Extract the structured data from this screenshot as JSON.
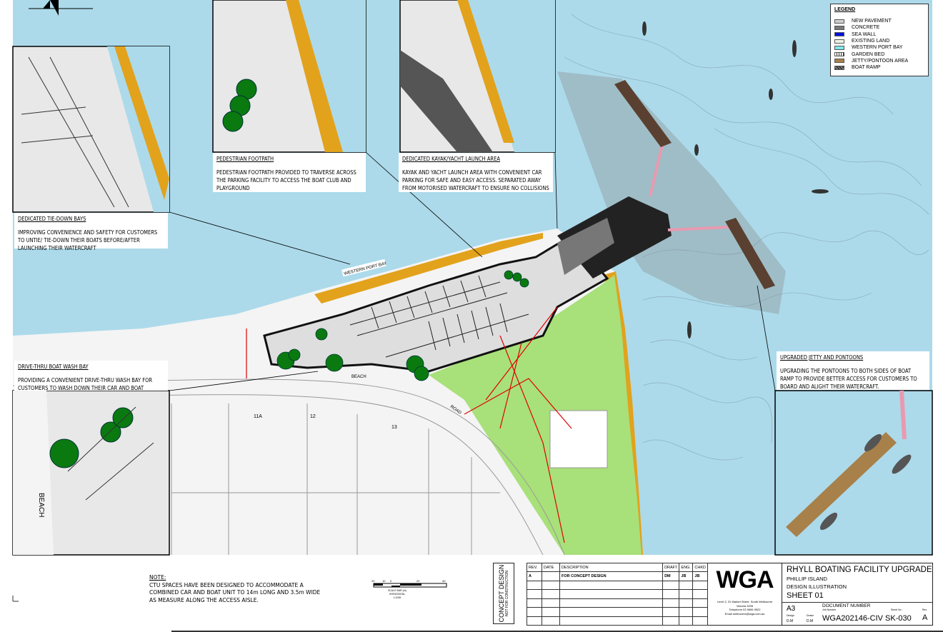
{
  "legend": {
    "title": "LEGEND",
    "items": [
      {
        "label": "NEW PAVEMENT",
        "color": "#d0d0d0"
      },
      {
        "label": "CONCRETE",
        "color": "#7a7a7a"
      },
      {
        "label": "SEA WALL",
        "color": "#0010e0"
      },
      {
        "label": "EXISTING LAND",
        "color": "#eef3e6"
      },
      {
        "label": "WESTERN PORT BAY",
        "color": "#7fe8e8"
      },
      {
        "label": "GARDEN BED",
        "color": "#ffffff"
      },
      {
        "label": "JETTY/PONTOON AREA",
        "color": "#a8804a"
      },
      {
        "label": "BOAT RAMP",
        "color": "#333333"
      }
    ]
  },
  "colors": {
    "sea": "#acdaea",
    "park": "#a8e07a",
    "sand": "#e2a21c",
    "pavement": "#e2e2e2",
    "trees": "#0a7a10",
    "services": "#e00000"
  },
  "callouts": {
    "pedestrian": {
      "title": "PEDESTRIAN FOOTPATH",
      "body": "PEDESTRIAN FOOTPATH PROVIDED TO TRAVERSE ACROSS THE PARKING FACILITY TO ACCESS THE BOAT CLUB AND PLAYGROUND"
    },
    "kayak": {
      "title": "DEDICATED KAYAK/YACHT LAUNCH AREA",
      "body": "KAYAK AND YACHT LAUNCH AREA WITH CONVENIENT CAR PARKING FOR SAFE AND EASY ACCESS. SEPARATED AWAY FROM MOTORISED WATERCRAFT TO ENSURE NO COLLISIONS"
    },
    "tiedown": {
      "title": "DEDICATED TIE-DOWN BAYS",
      "body": "IMPROVING CONVENIENCE AND SAFETY FOR CUSTOMERS TO UNTIE/ TIE-DOWN THEIR BOATS BEFORE/AFTER LAUNCHING THEIR WATERCRAFT"
    },
    "washbay": {
      "title": "DRIVE-THRU BOAT WASH BAY",
      "body": "PROVIDING A CONVENIENT DRIVE-THRU WASH BAY FOR CUSTOMERS TO WASH DOWN THEIR CAR AND BOAT"
    },
    "jetty": {
      "title": "UPGRADED JETTY AND PONTOONS",
      "body": "UPGRADING THE PONTOONS TO BOTH SIDES OF BOAT RAMP TO PROVIDE BETTER ACCESS FOR CUSTOMERS TO BOARD AND ALIGHT THEIR WATERCRAFT."
    }
  },
  "map_labels": {
    "bay": "WESTERN PORT BAY",
    "beach": "BEACH",
    "road": "ROAD",
    "lot_11a": "11A",
    "lot_12": "12",
    "lot_13": "13",
    "inset_beach": "BEACH"
  },
  "note": {
    "title": "NOTE:",
    "lines": [
      "CTU SPACES HAVE BEEN DESIGNED TO ACCOMMODATE A",
      "COMBINED CAR AND BOAT UNIT TO 14m LONG AND 3.5m WIDE",
      "AS MEASURE ALONG THE ACCESS AISLE."
    ]
  },
  "scale_bar": {
    "ticks": [
      "20",
      "10",
      "0",
      "20",
      "40"
    ],
    "label": "SCALE BAR (m)",
    "orientation": "HORIZONTAL",
    "ratio": "1:1000"
  },
  "title_block": {
    "stamp_main": "CONCEPT DESIGN",
    "stamp_sub": "NOT FOR CONSTRUCTION",
    "rev_headers": [
      "REV.",
      "DATE",
      "DESCRIPTION",
      "DRAFT",
      "ENG.",
      "CHKD"
    ],
    "rev_rows": [
      [
        "A",
        "",
        "FOR CONCEPT DESIGN",
        "DM",
        "JB",
        "JB"
      ]
    ],
    "company": "WGA",
    "address": [
      "Level 2, 31 Market Street, South Melbourne",
      "Victoria 3205",
      "Telephone 03 9696 9522",
      "Email melbourne@wga.com.au"
    ],
    "project": "RHYLL BOATING FACILITY UPGRADE",
    "location": "PHILLIP ISLAND",
    "drawing_type": "DESIGN ILLUSTRATION",
    "sheet": "SHEET 01",
    "size": "A3",
    "doc_label": "DOCUMENT NUMBER",
    "job_label": "Job Number",
    "sheet_no_label": "Sheet No.",
    "rev_label": "Rev.",
    "design_label": "Design",
    "drawn_label": "Drawn",
    "design": "D.M",
    "drawn": "D.M",
    "doc_number": "WGA202146-CIV SK-030",
    "revision": "A"
  }
}
